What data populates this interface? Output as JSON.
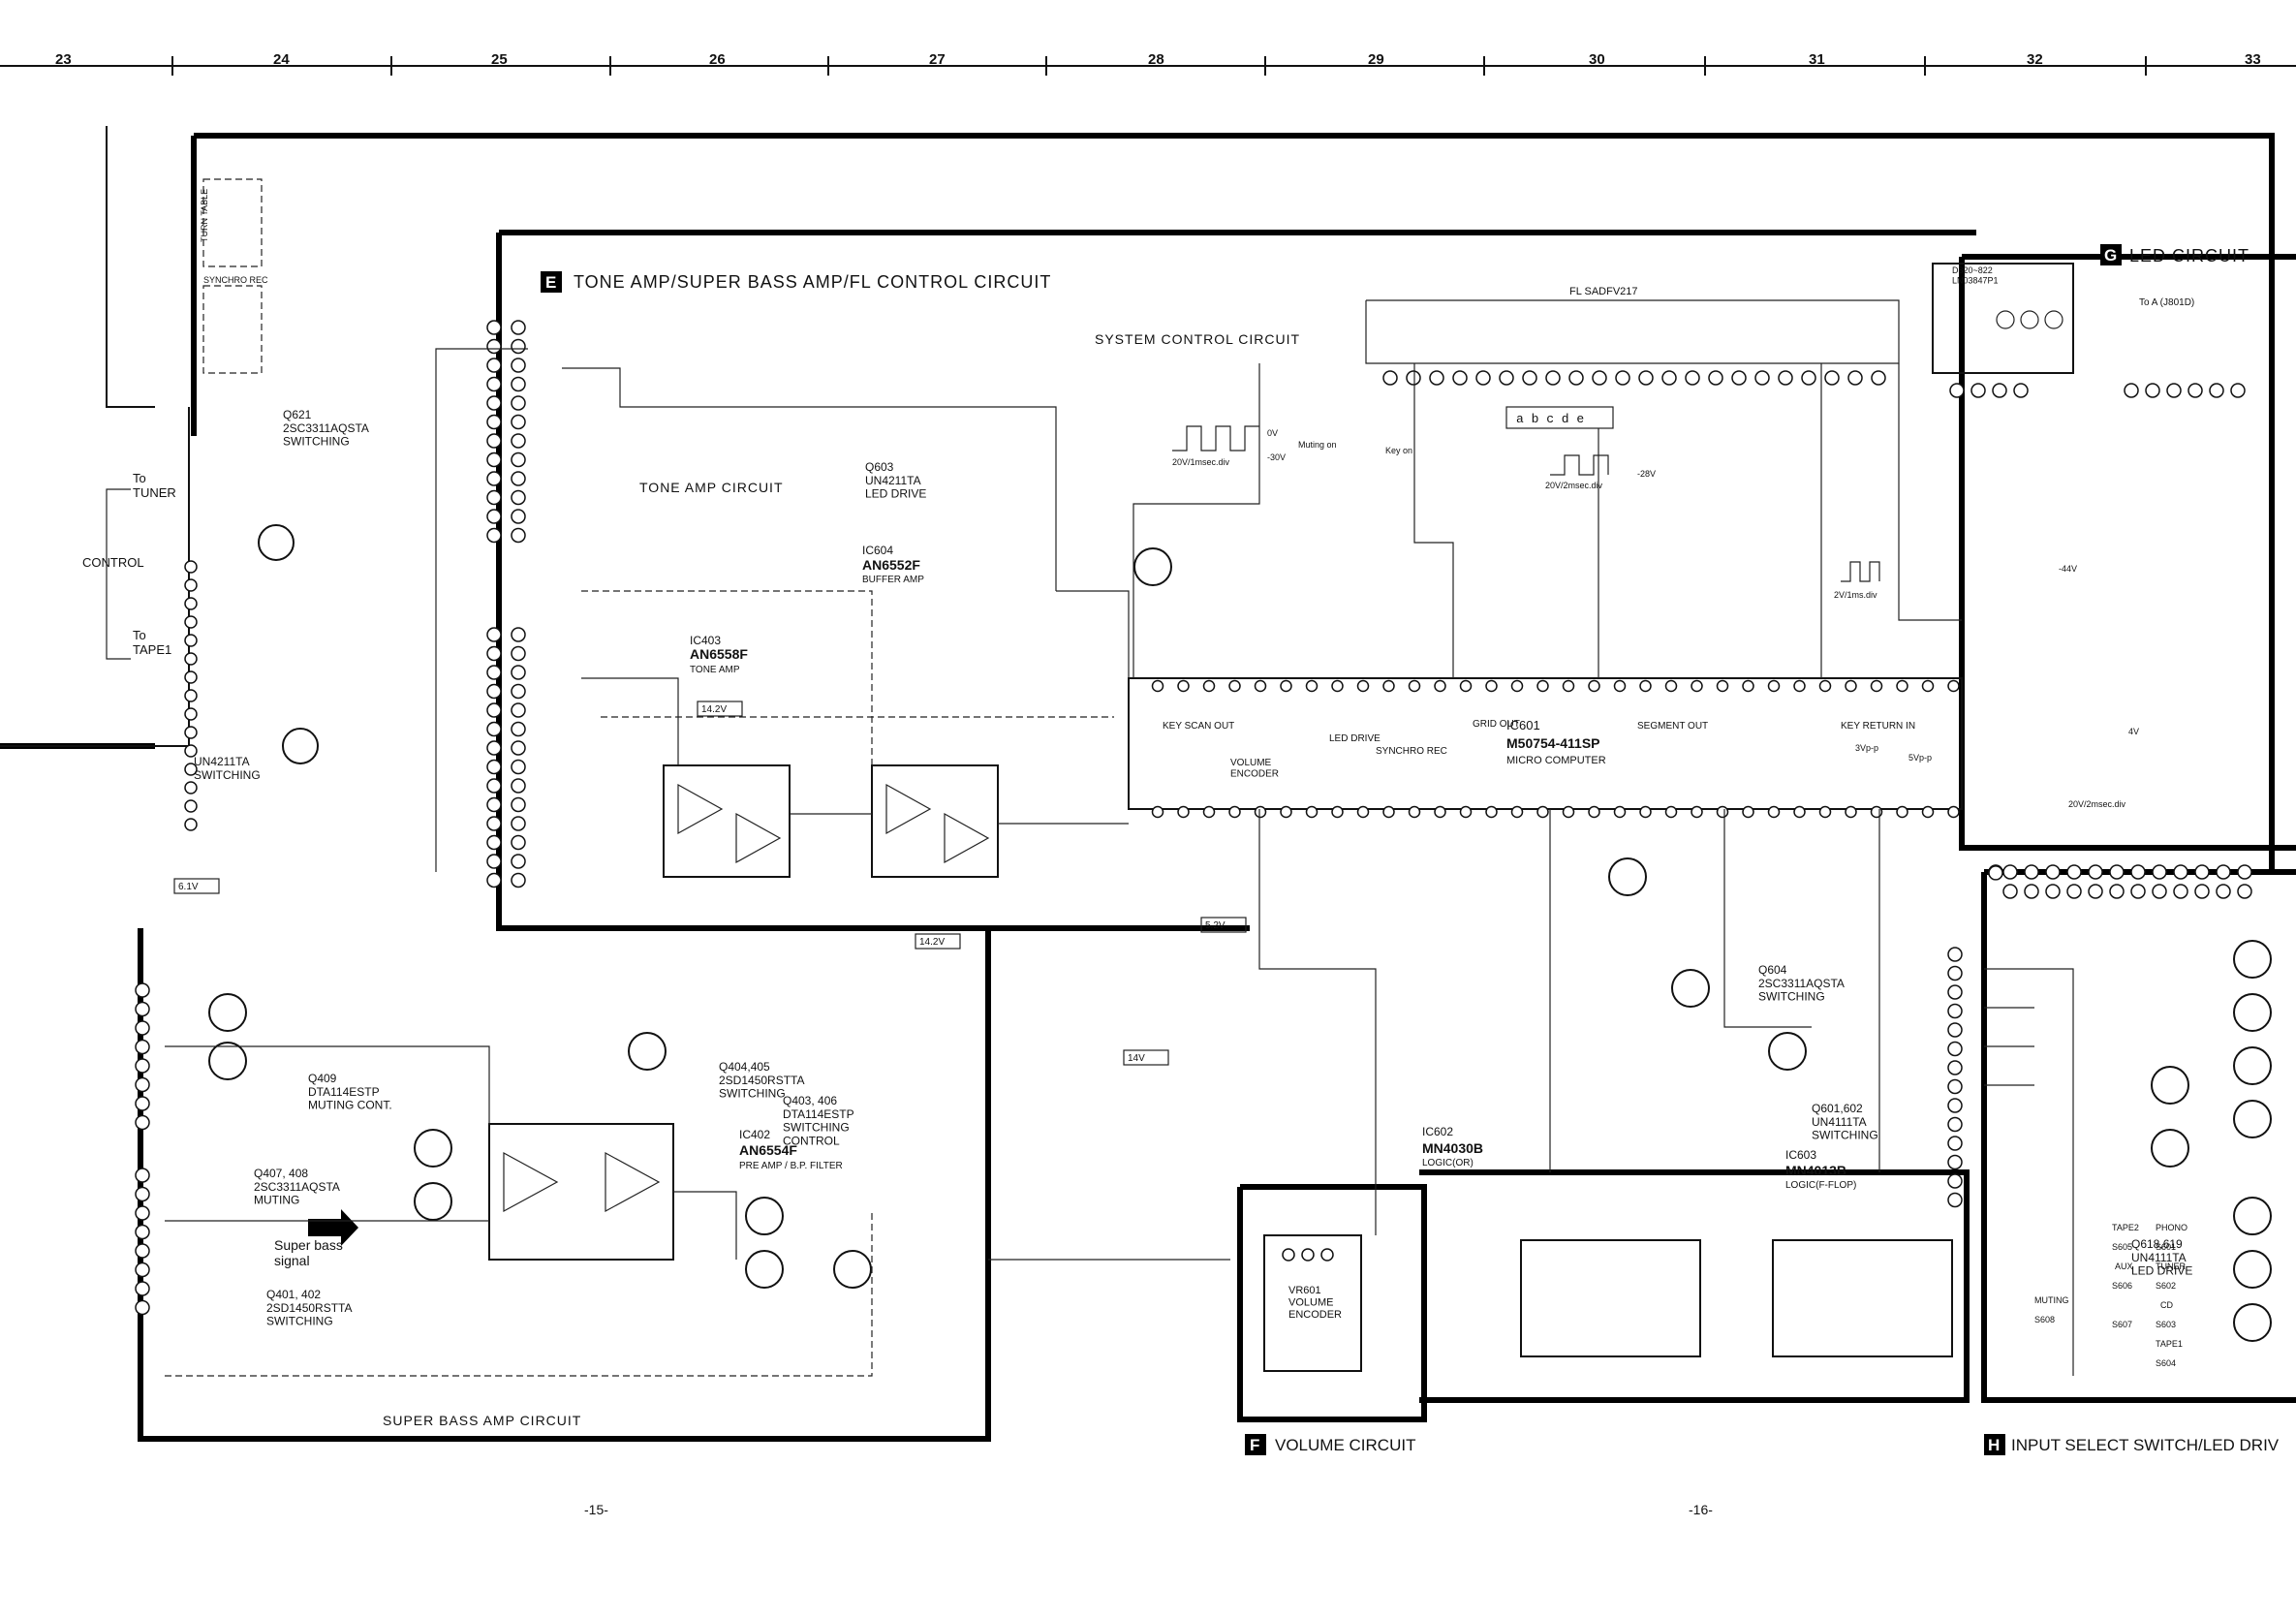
{
  "ruler": {
    "columns": [
      "23",
      "24",
      "25",
      "26",
      "27",
      "28",
      "29",
      "30",
      "31",
      "32",
      "33"
    ]
  },
  "blocks": {
    "E": {
      "letter": "E",
      "title": "TONE AMP/SUPER BASS AMP/FL CONTROL CIRCUIT"
    },
    "G": {
      "letter": "G",
      "title": "LED CIRCUIT"
    },
    "F": {
      "letter": "F",
      "title": "VOLUME CIRCUIT"
    },
    "H": {
      "letter": "H",
      "title": "INPUT SELECT SWITCH/LED DRIV"
    }
  },
  "sections": {
    "system_control": "SYSTEM CONTROL CIRCUIT",
    "tone_amp": "TONE AMP CIRCUIT",
    "super_bass_amp": "SUPER BASS AMP CIRCUIT"
  },
  "left_panel": {
    "to_tuner": "To\nTUNER",
    "control": "CONTROL",
    "to_tape": "To\nTAPE1",
    "turntable": "TURN TABLE",
    "synchro_rec": "SYNCHRO REC"
  },
  "chips": {
    "ic601_ref": "IC601",
    "ic601_part": "M50754-411SP",
    "ic601_desc": "MICRO COMPUTER",
    "ic604_ref": "IC604",
    "ic604_part": "AN6552F",
    "ic604_desc": "BUFFER AMP",
    "ic403_ref": "IC403",
    "ic403_part": "AN6558F",
    "ic403_desc": "TONE AMP",
    "ic402_ref": "IC402",
    "ic402_part": "AN6554F",
    "ic402_desc": "PRE AMP / B.P. FILTER",
    "ic602_ref": "IC602",
    "ic602_part": "MN4030B",
    "ic602_desc": "LOGIC(OR)",
    "ic603_ref": "IC603",
    "ic603_part": "MN4013B",
    "ic603_desc": "LOGIC(F-FLOP)",
    "fl_display": "FL  SADFV217",
    "led_array": "D820~822\nLN03847P1"
  },
  "transistors": {
    "q621": "Q621\n2SC3311AQSTA\nSWITCHING",
    "q622": "UN4211TA\nSWITCHING",
    "q603": "Q603\nUN4211TA\nLED DRIVE",
    "q409": "Q409\nDTA114ESTP\nMUTING CONT.",
    "q407": "Q407, 408\n2SC3311AQSTA\nMUTING",
    "q401": "Q401, 402\n2SD1450RSTTA\nSWITCHING",
    "q404": "Q404,405\n2SD1450RSTTA\nSWITCHING",
    "q403": "Q403, 406\nDTA114ESTP\nSWITCHING\nCONTROL",
    "q604": "Q604\n2SC3311AQSTA\nSWITCHING",
    "q601": "Q601,602\nUN4111TA\nSWITCHING",
    "q618": "Q618,619\nUN4111TA\nLED DRIVE"
  },
  "pin_groups": {
    "key_scan_out": "KEY SCAN OUT",
    "led_drive": "LED DRIVE",
    "grid_out": "GRID OUT",
    "segment_out": "SEGMENT OUT",
    "key_return_in": "KEY RETURN IN",
    "volume_encoder": "VOLUME\nENCODER",
    "synchro_rec": "SYNCHRO REC"
  },
  "annotations": {
    "super_bass_signal": "Super bass\nsignal",
    "vr601": "VR601\nVOLUME\nENCODER",
    "to_a": "To A (J801D)",
    "muting_on": "Muting on",
    "key_on": "Key on",
    "wave1": "20V/1msec.div",
    "wave2": "20V/2msec.div",
    "wave3": "2V/1ms.div",
    "wave4": "20V/2msec.div",
    "v0": "0V",
    "vm30": "-30V",
    "vm28": "-28V",
    "vm44": "-44V",
    "v4": "4V",
    "v3pp": "3Vp-p",
    "v5pp": "5Vp-p"
  },
  "selector": {
    "tape2": "TAPE2",
    "phono": "PHONO",
    "aux": "AUX",
    "tuner": "TUNER",
    "cd": "CD",
    "tape1": "TAPE1",
    "muting": "MUTING",
    "s605": "S605",
    "s601": "S601",
    "s606": "S606",
    "s602": "S602",
    "s607": "S607",
    "s603": "S603",
    "s604": "S604",
    "s608": "S608"
  },
  "rails": [
    "6.1V",
    "14.2V",
    "14V",
    "5.2V",
    "14.2V"
  ],
  "page_numbers": {
    "left": "-15-",
    "right": "-16-"
  }
}
